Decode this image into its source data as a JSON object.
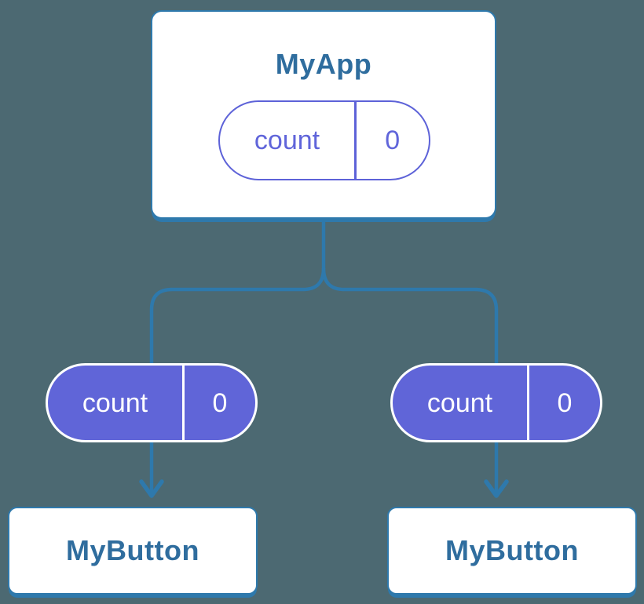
{
  "diagram": {
    "type": "component-tree",
    "background_color": "#4C6972",
    "line_color": "#2E79AC",
    "root": {
      "title": "MyApp",
      "state": {
        "name": "count",
        "value": "0"
      }
    },
    "children": [
      {
        "title": "MyButton",
        "prop": {
          "name": "count",
          "value": "0"
        }
      },
      {
        "title": "MyButton",
        "prop": {
          "name": "count",
          "value": "0"
        }
      }
    ],
    "colors": {
      "node_background": "#FFFFFF",
      "node_border": "#2E79AC",
      "node_title_text": "#2F6D9E",
      "prop_pill_fill": "#6065D8",
      "prop_pill_text": "#FFFFFF",
      "state_pill_outline": "#5D62D8",
      "state_pill_text": "#6065DA"
    }
  }
}
